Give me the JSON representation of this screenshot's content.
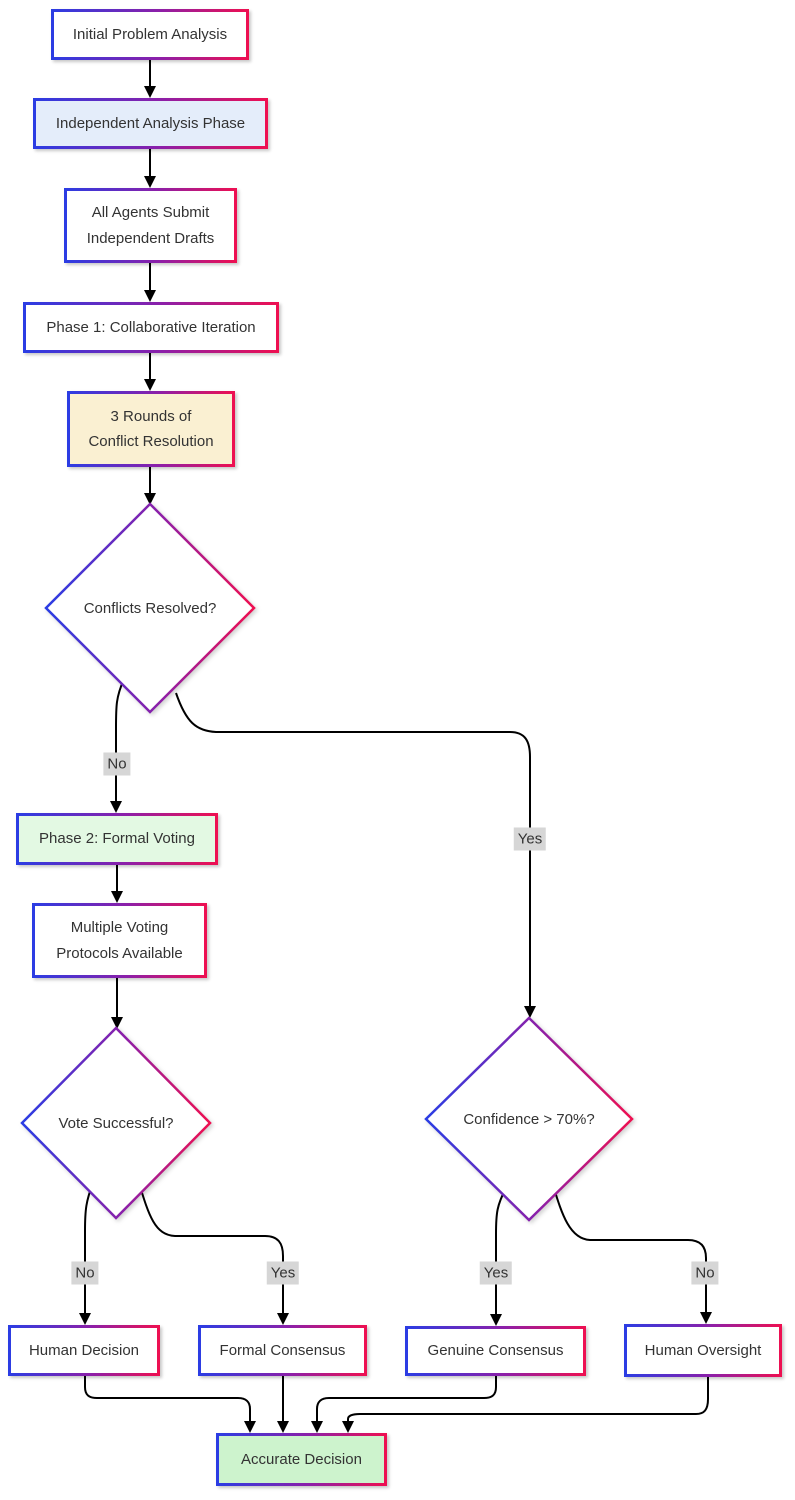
{
  "diagram": {
    "title": "Multi-agent consensus decision flowchart",
    "nodes": {
      "initial_problem": {
        "label": "Initial Problem Analysis",
        "fill": "#ffffff"
      },
      "independent_analysis": {
        "label": "Independent Analysis Phase",
        "fill": "#e4edfa"
      },
      "agents_drafts": {
        "label": "All Agents Submit\nIndependent Drafts",
        "fill": "#ffffff"
      },
      "phase1": {
        "label": "Phase 1: Collaborative Iteration",
        "fill": "#ffffff"
      },
      "rounds": {
        "label": "3 Rounds of\nConflict Resolution",
        "fill": "#faf0d2"
      },
      "conflicts_resolved": {
        "label": "Conflicts Resolved?",
        "shape": "diamond"
      },
      "phase2": {
        "label": "Phase 2: Formal Voting",
        "fill": "#e3f9e3"
      },
      "voting_protocols": {
        "label": "Multiple Voting\nProtocols Available",
        "fill": "#ffffff"
      },
      "vote_successful": {
        "label": "Vote Successful?",
        "shape": "diamond"
      },
      "confidence": {
        "label": "Confidence > 70%?",
        "shape": "diamond"
      },
      "human_decision": {
        "label": "Human Decision",
        "fill": "#ffffff"
      },
      "formal_consensus": {
        "label": "Formal Consensus",
        "fill": "#ffffff"
      },
      "genuine_consensus": {
        "label": "Genuine Consensus",
        "fill": "#ffffff"
      },
      "human_oversight": {
        "label": "Human Oversight",
        "fill": "#ffffff"
      },
      "accurate_decision": {
        "label": "Accurate Decision",
        "fill": "#cdf3cd"
      }
    },
    "edge_labels": {
      "conflicts_no": "No",
      "conflicts_yes": "Yes",
      "vote_no": "No",
      "vote_yes": "Yes",
      "confidence_yes": "Yes",
      "confidence_no": "No"
    },
    "colors": {
      "border_gradient_start": "#2a3de4",
      "border_gradient_mid": "#8d1fa8",
      "border_gradient_end": "#ef0f50",
      "edge_line": "#000000",
      "node_text": "#333333",
      "label_bg": "#d6d6d6",
      "fill_default": "#ffffff",
      "fill_blue": "#e4edfa",
      "fill_yellow": "#faf0d2",
      "fill_green_light": "#e3f9e3",
      "fill_green": "#cdf3cd",
      "canvas_bg": "#ffffff"
    }
  }
}
